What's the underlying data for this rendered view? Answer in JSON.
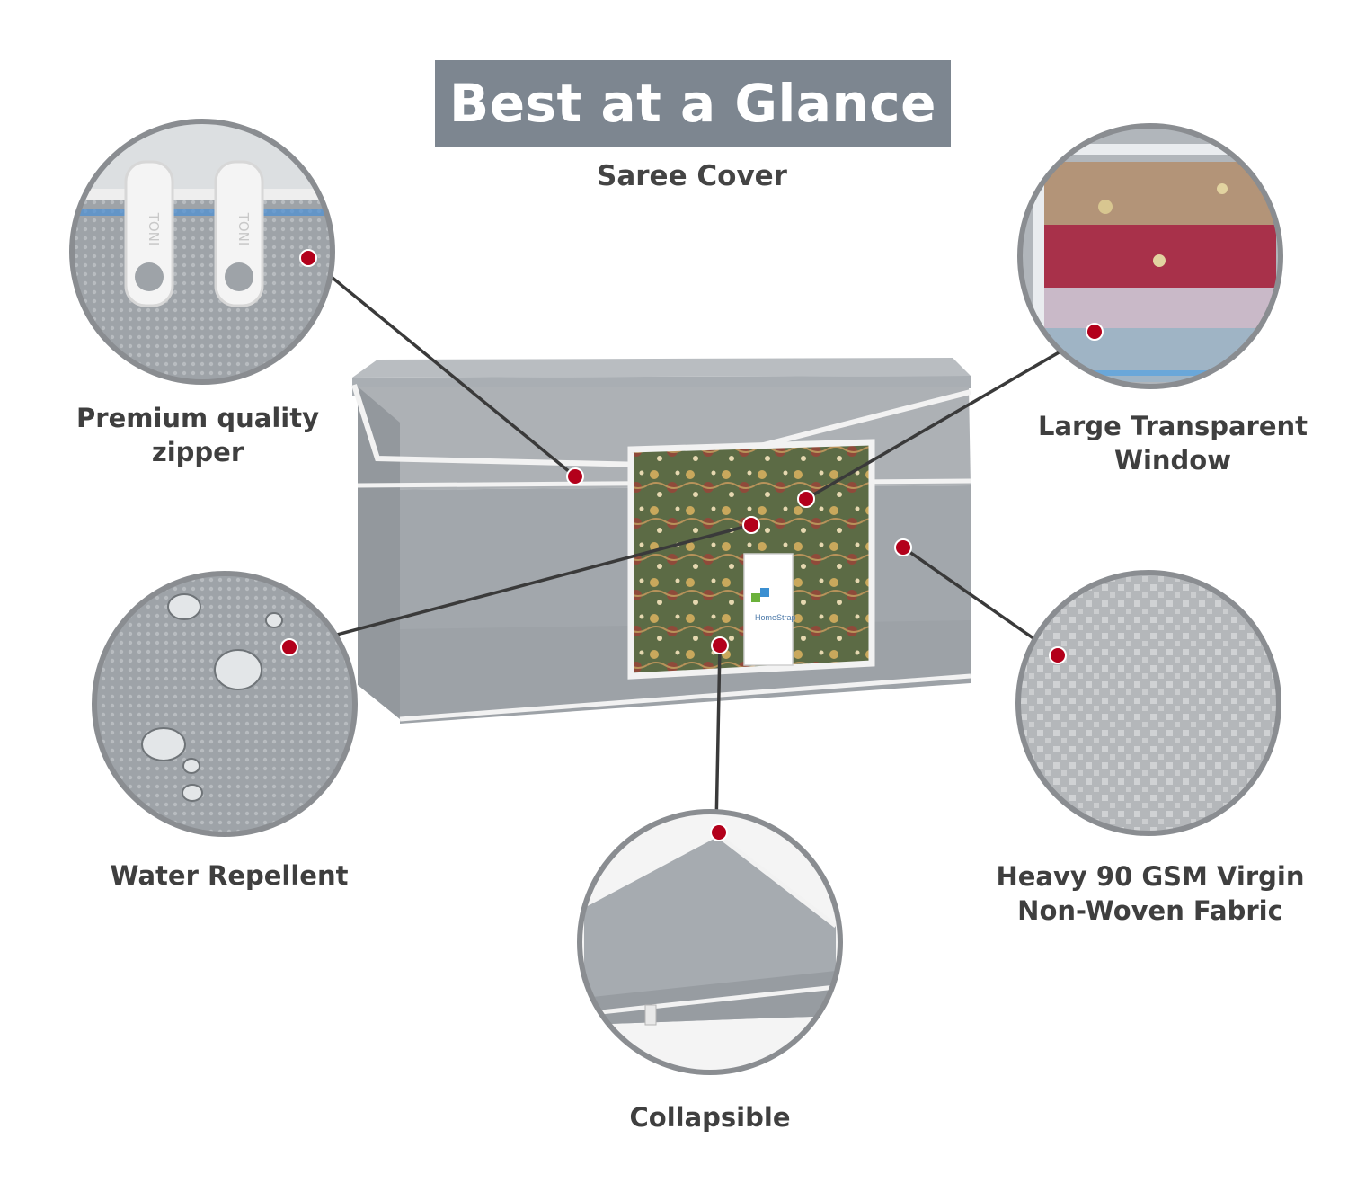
{
  "header": {
    "title": "Best at a Glance",
    "subtitle": "Saree Cover"
  },
  "product": {
    "tag_brand": "HomeStrap",
    "zipper_puller_text": "TONI"
  },
  "features": {
    "zipper": {
      "line1": "Premium quality",
      "line2": "zipper",
      "icon": "zipper-pull-icon"
    },
    "window": {
      "line1": "Large Transparent",
      "line2": "Window",
      "icon": "transparent-window-icon"
    },
    "water": {
      "line1": "Water Repellent",
      "icon": "water-drop-icon"
    },
    "fabric": {
      "line1": "Heavy 90 GSM Virgin",
      "line2": "Non-Woven Fabric",
      "icon": "fabric-texture-icon"
    },
    "collapsible": {
      "line1": "Collapsible",
      "icon": "folded-bag-icon"
    }
  },
  "colors": {
    "banner": "#7d8690",
    "marker": "#b3001b",
    "fabric": "#a6abb0",
    "circle_border": "#8a8d91",
    "connector": "#3a3a3a"
  }
}
